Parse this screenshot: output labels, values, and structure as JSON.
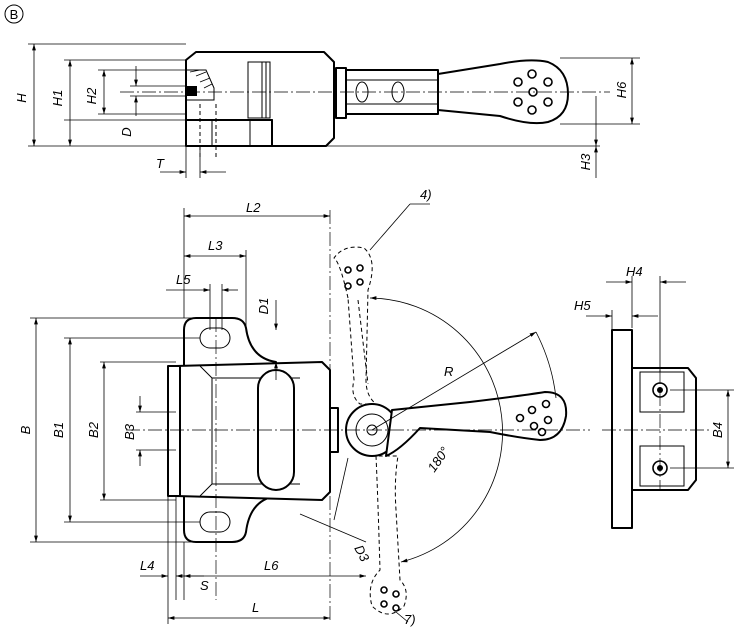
{
  "view_marker": "B",
  "labels": {
    "H": "H",
    "H1": "H1",
    "H2": "H2",
    "D": "D",
    "T": "T",
    "H6": "H6",
    "H3": "H3",
    "note4": "4)",
    "L2": "L2",
    "L3": "L3",
    "L5": "L5",
    "D1": "D1",
    "B": "B",
    "B1": "B1",
    "B2": "B2",
    "B3": "B3",
    "R": "R",
    "angle": "180°",
    "D3": "D3",
    "L4": "L4",
    "S": "S",
    "L6": "L6",
    "L": "L",
    "note7": "7)",
    "H4": "H4",
    "H5": "H5",
    "B4": "B4"
  }
}
